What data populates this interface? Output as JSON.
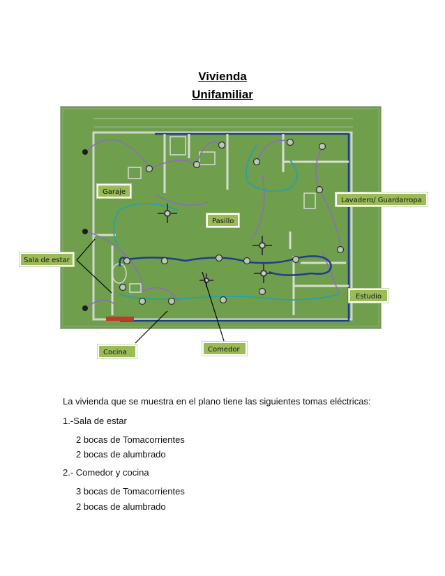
{
  "document": {
    "title_line1": "Vivienda",
    "title_line2": "Unifamiliar"
  },
  "plan_labels": {
    "garaje": "Garaje",
    "lavadero": "Lavadero/ Guardarropa",
    "pasillo": "Pasillo",
    "sala_de_estar": "Sala de estar",
    "estudio": "Estudio",
    "cocina": "Cocina",
    "comedor": "Comedor"
  },
  "colors": {
    "plan_background": "#6f9e4c",
    "label_fill": "#9bbb59",
    "wire_dark_blue": "#1f3c8c",
    "wire_teal": "#2aa1a6",
    "wire_purple": "#8a6fb6"
  },
  "body": {
    "intro": "La vivienda que se muestra en el plano tiene las siguientes tomas eléctricas:",
    "section1_title": "1.-Sala de estar",
    "section1_item1": "2 bocas de Tomacorrientes",
    "section1_item2": "2 bocas de alumbrado",
    "section2_title": "2.- Comedor y cocina",
    "section2_item1": "3 bocas de Tomacorrientes",
    "section2_item2": "2 bocas de alumbrado"
  }
}
